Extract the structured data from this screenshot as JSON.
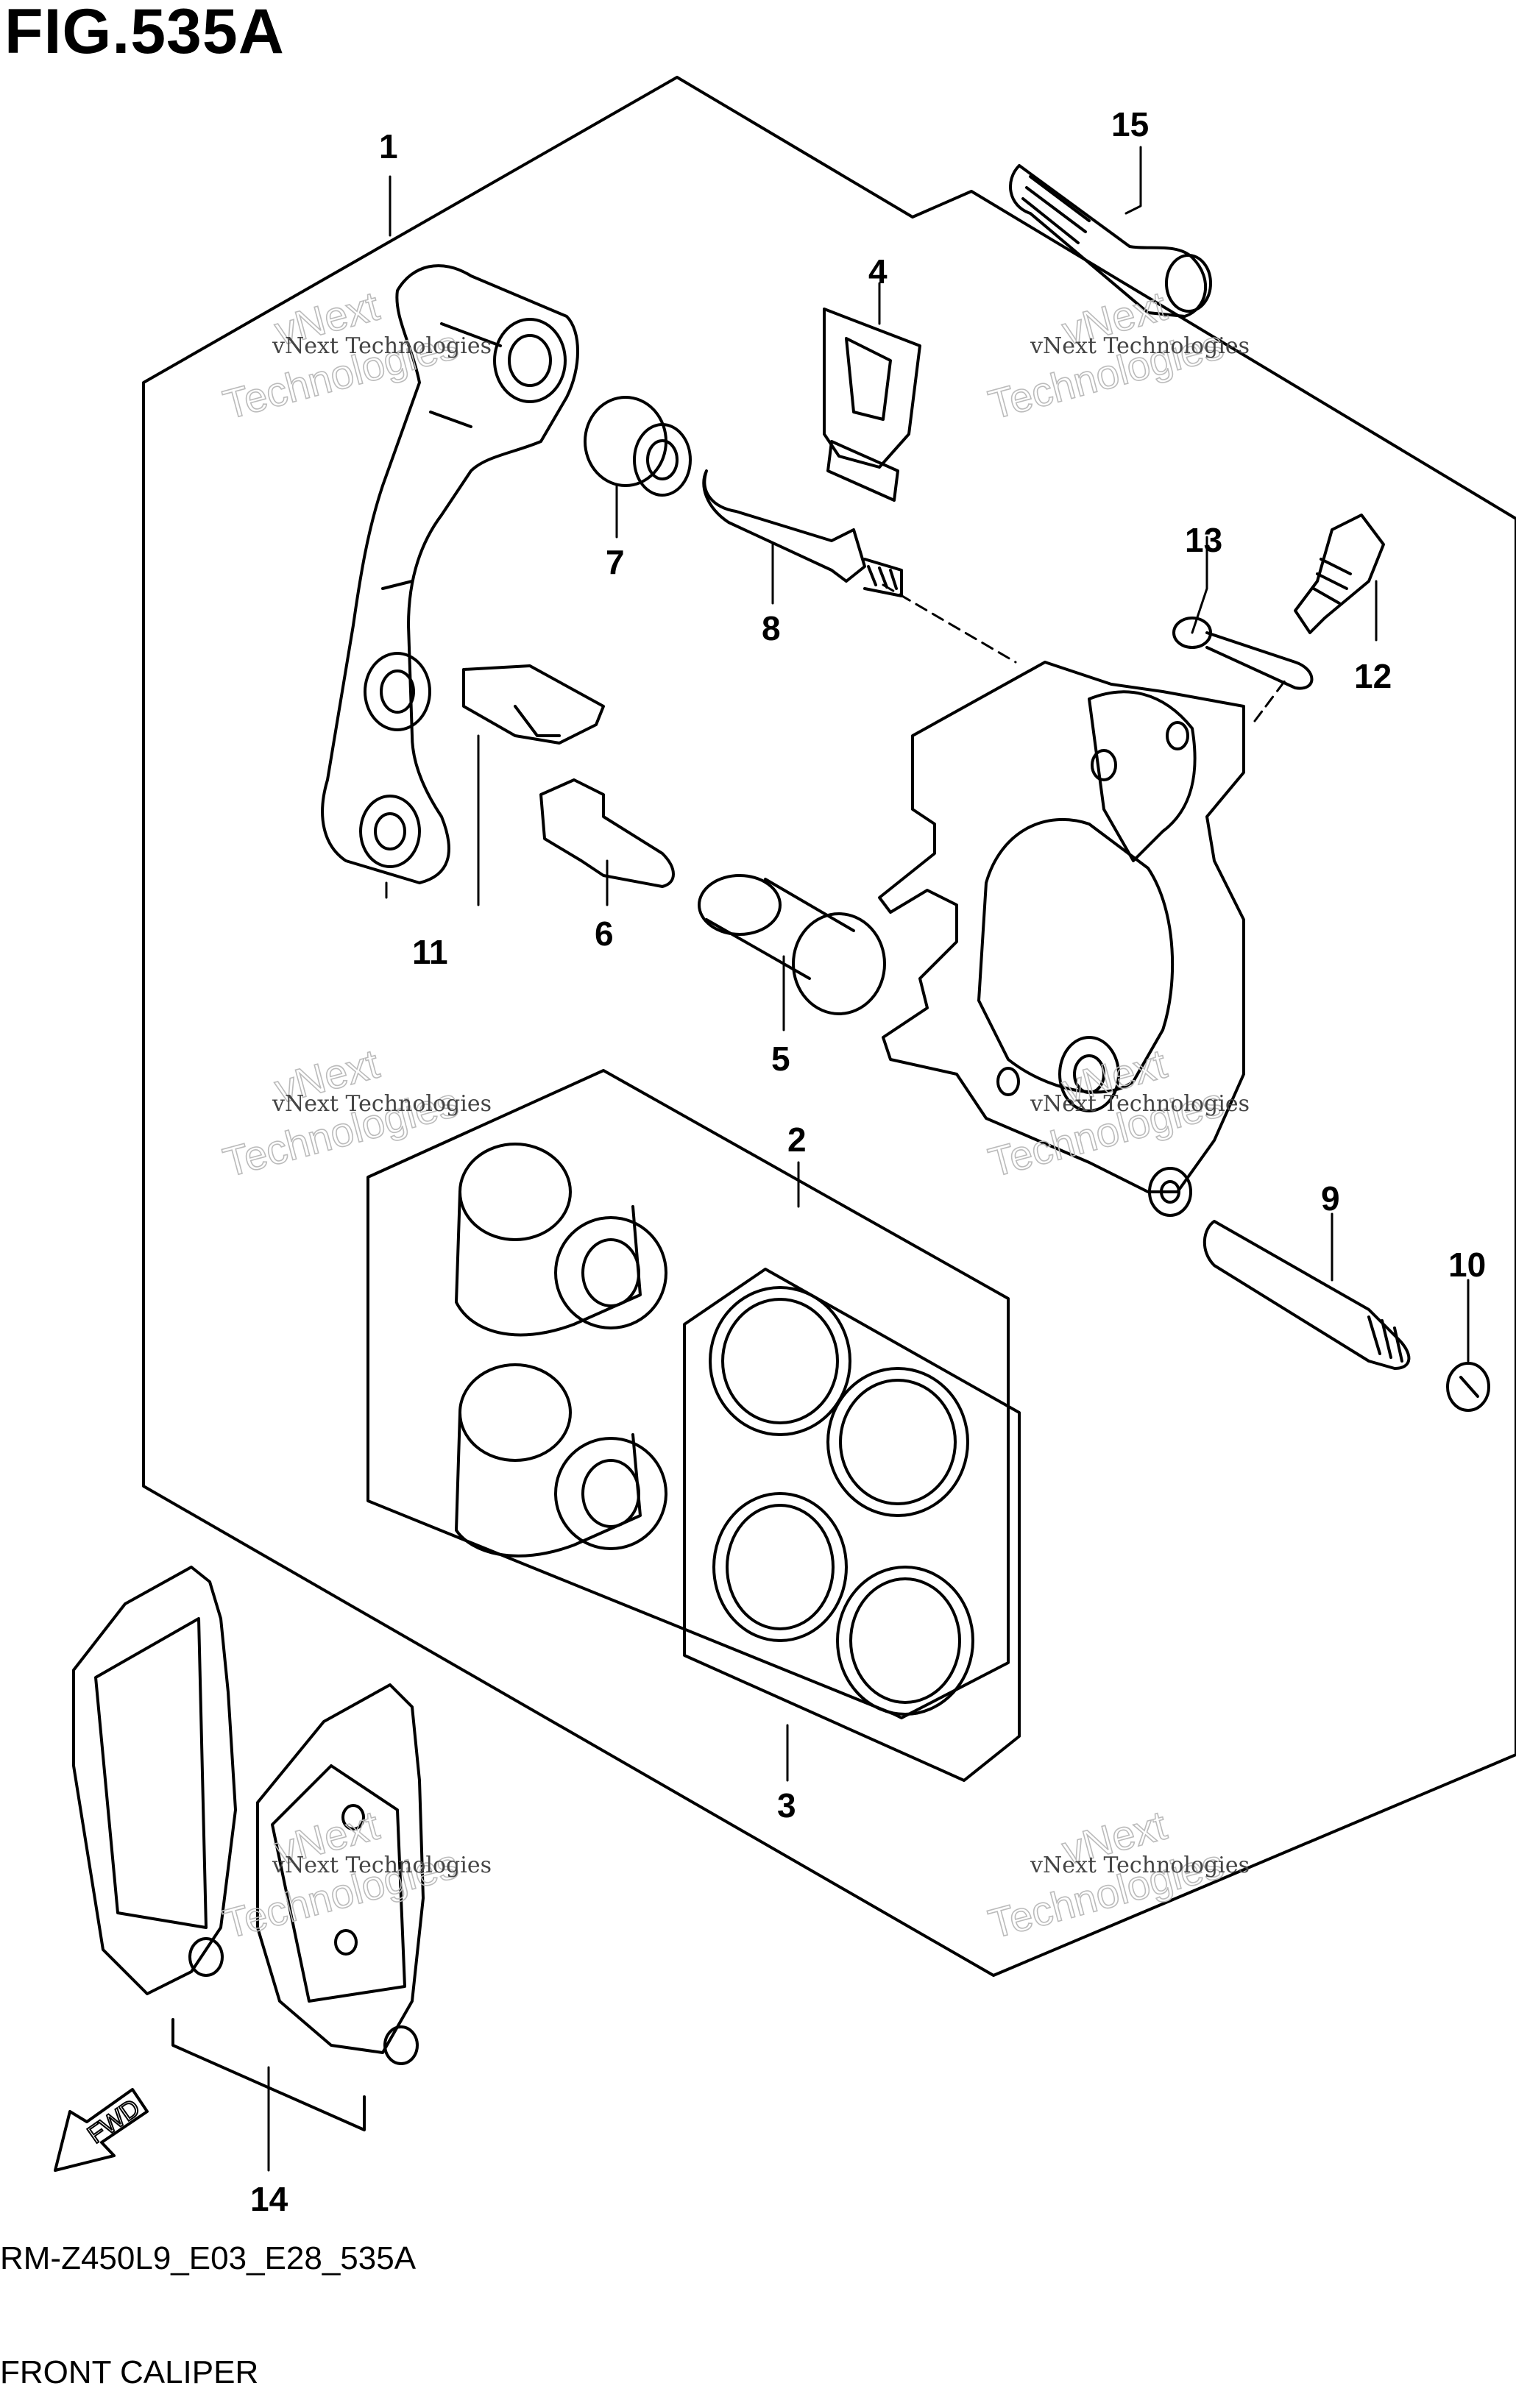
{
  "figure": {
    "title": "FIG.535A",
    "model_code": "RM-Z450L9_E03_E28_535A",
    "caption": "FRONT CALIPER"
  },
  "callouts": {
    "c1": "1",
    "c2": "2",
    "c3": "3",
    "c4": "4",
    "c5": "5",
    "c6": "6",
    "c7": "7",
    "c8": "8",
    "c9": "9",
    "c10": "10",
    "c11": "11",
    "c12": "12",
    "c13": "13",
    "c14": "14",
    "c15": "15"
  },
  "direction_arrow": {
    "label": "FWD"
  },
  "watermark": {
    "line": "vNext Technologies",
    "big_top": "vNext",
    "big_bottom": "Technologies"
  }
}
